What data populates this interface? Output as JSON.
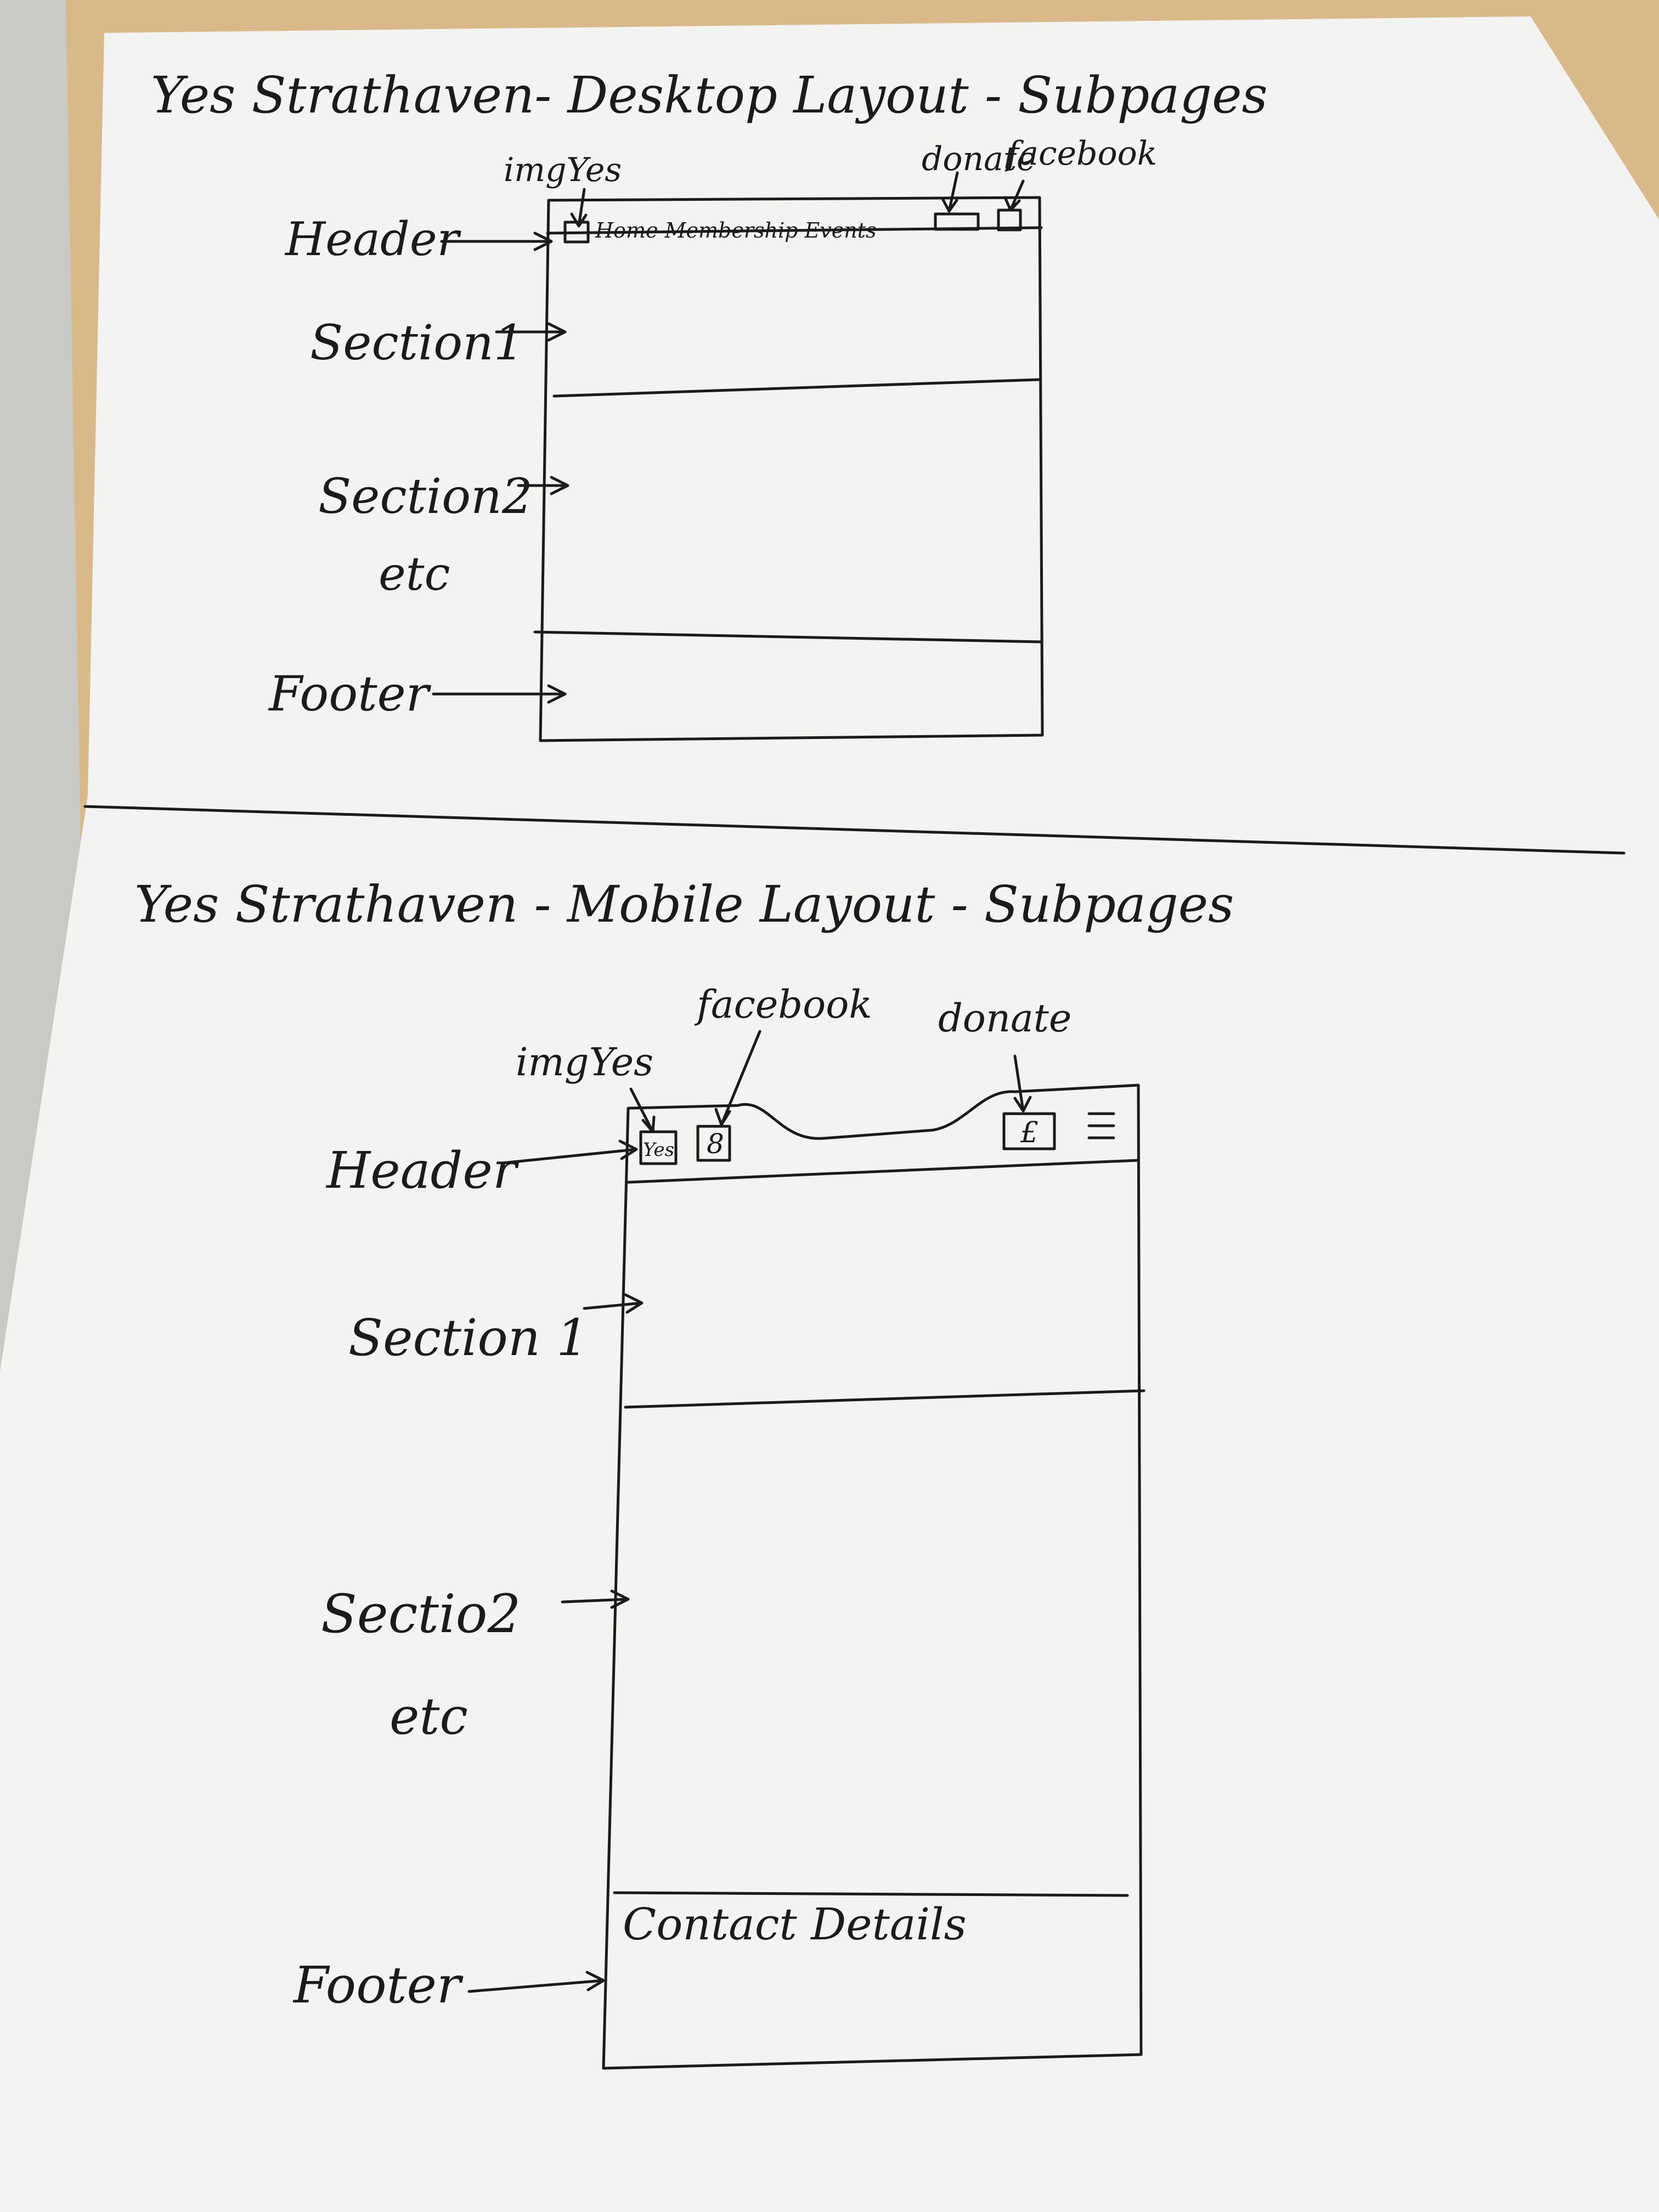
{
  "desktop": {
    "title": "Yes Strathaven- Desktop Layout - Subpages",
    "labels": {
      "header": "Header",
      "section1": "Section1",
      "section2": "Section2",
      "etc": "etc",
      "footer": "Footer",
      "img": "imgYes",
      "donate": "donate",
      "facebook": "facebook"
    },
    "nav": "Home Membership Events"
  },
  "mobile": {
    "title": "Yes Strathaven - Mobile Layout - Subpages",
    "labels": {
      "header": "Header",
      "section1": "Section 1",
      "section2": "Sectio2",
      "etc": "etc",
      "footer": "Footer",
      "img": "imgYes",
      "donate": "donate",
      "facebook": "facebook"
    },
    "logo_text": "Yes",
    "facebook_glyph": "8",
    "donate_glyph": "£",
    "footer_text": "Contact Details"
  },
  "colors": {
    "ink": "#1b1b1b",
    "paper": "#f3f3f1",
    "desk": "#d9b98a"
  }
}
